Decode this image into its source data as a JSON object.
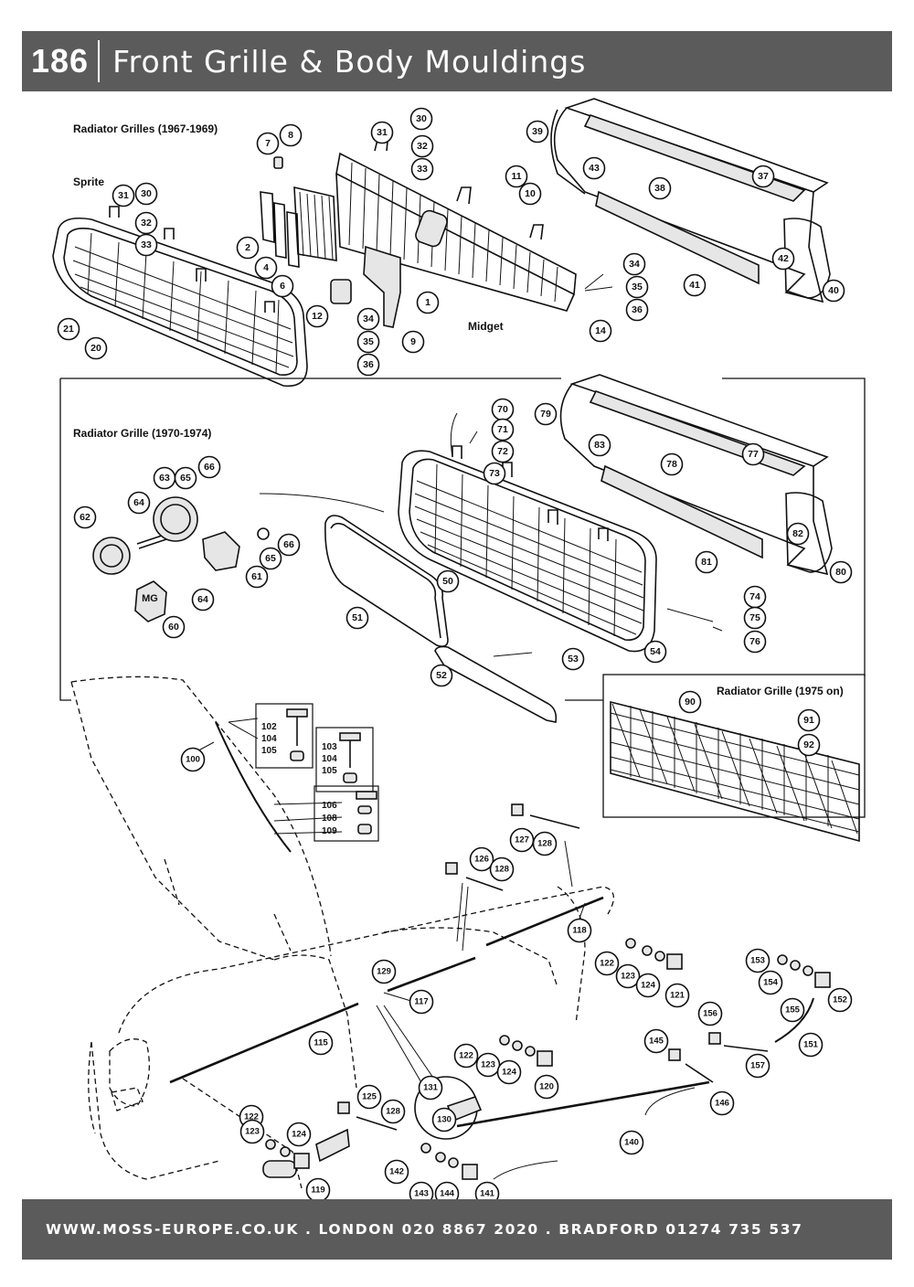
{
  "header": {
    "page_number": "186",
    "title": "Front Grille & Body Mouldings"
  },
  "footer": {
    "text": "WWW.MOSS-EUROPE.CO.UK . LONDON 020 8867 2020 . BRADFORD 01274 735 537"
  },
  "sections": {
    "grilles_1967": "Radiator Grilles (1967-1969)",
    "sprite": "Sprite",
    "midget": "Midget",
    "grille_1970": "Radiator Grille (1970-1974)",
    "grille_1975": "Radiator Grille (1975 on)"
  },
  "badge_text": "MG",
  "part_numbers": [
    "1",
    "2",
    "4",
    "6",
    "7",
    "8",
    "9",
    "10",
    "11",
    "12",
    "14",
    "20",
    "21",
    "30",
    "31",
    "32",
    "33",
    "34",
    "35",
    "36",
    "37",
    "38",
    "39",
    "40",
    "41",
    "42",
    "43",
    "50",
    "51",
    "52",
    "53",
    "54",
    "60",
    "61",
    "62",
    "63",
    "64",
    "65",
    "66",
    "70",
    "71",
    "72",
    "73",
    "74",
    "75",
    "76",
    "77",
    "78",
    "79",
    "80",
    "81",
    "82",
    "83",
    "90",
    "91",
    "92",
    "100",
    "102",
    "103",
    "104",
    "105",
    "106",
    "108",
    "109",
    "115",
    "117",
    "118",
    "119",
    "120",
    "121",
    "122",
    "123",
    "124",
    "125",
    "126",
    "127",
    "128",
    "129",
    "130",
    "131",
    "140",
    "141",
    "142",
    "143",
    "144",
    "145",
    "146",
    "151",
    "152",
    "153",
    "154",
    "155",
    "156",
    "157"
  ],
  "callouts": [
    "7",
    "8",
    "30",
    "31",
    "32",
    "33",
    "39",
    "43",
    "38",
    "37",
    "11",
    "10",
    "31",
    "30",
    "32",
    "33",
    "2",
    "4",
    "6",
    "12",
    "1",
    "34",
    "35",
    "36",
    "42",
    "41",
    "40",
    "34",
    "35",
    "36",
    "9",
    "14",
    "21",
    "20",
    "70",
    "71",
    "72",
    "73",
    "79",
    "83",
    "78",
    "77",
    "63",
    "65",
    "66",
    "64",
    "62",
    "66",
    "65",
    "61",
    "64",
    "60",
    "50",
    "51",
    "53",
    "54",
    "52",
    "74",
    "75",
    "76",
    "82",
    "81",
    "80",
    "90",
    "91",
    "92",
    "100",
    "127",
    "128",
    "126",
    "128",
    "118",
    "122",
    "123",
    "124",
    "121",
    "153",
    "154",
    "155",
    "152",
    "129",
    "117",
    "156",
    "151",
    "157",
    "145",
    "146",
    "115",
    "122",
    "123",
    "124",
    "120",
    "125",
    "128",
    "131",
    "130",
    "122",
    "123",
    "124",
    "119",
    "142",
    "143",
    "144",
    "141",
    "140"
  ],
  "inset_labels": {
    "box1": [
      "102",
      "104",
      "105"
    ],
    "box2": [
      "103",
      "104",
      "105"
    ],
    "box3": [
      "106",
      "108",
      "109"
    ]
  }
}
